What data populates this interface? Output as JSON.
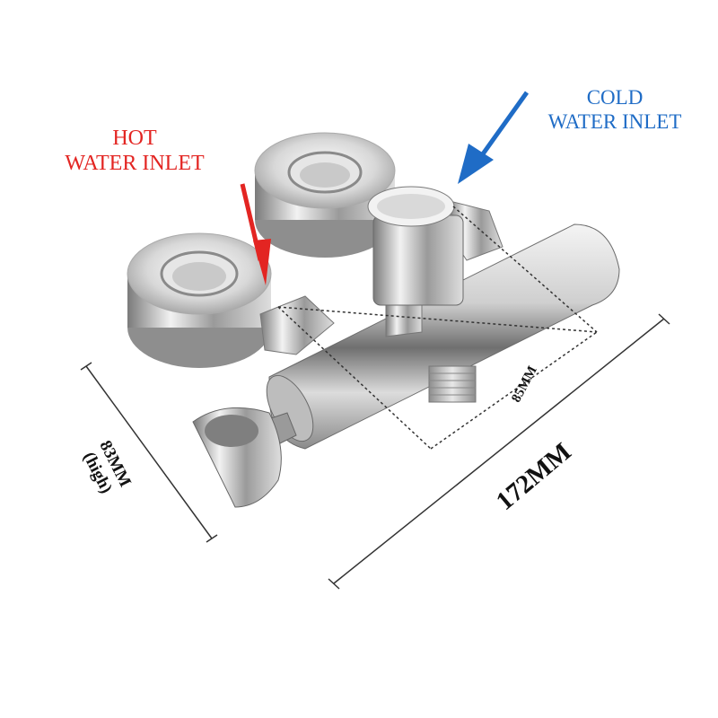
{
  "labels": {
    "hot_line1": "HOT",
    "hot_line2": "WATER INLET",
    "cold_line1": "COLD",
    "cold_line2": "WATER INLET"
  },
  "dimensions": {
    "height_value": "83MM",
    "height_note": "(high)",
    "inner_value": "85MM",
    "length_value": "172MM"
  },
  "colors": {
    "hot": "#e32522",
    "cold": "#1f6cc6"
  }
}
